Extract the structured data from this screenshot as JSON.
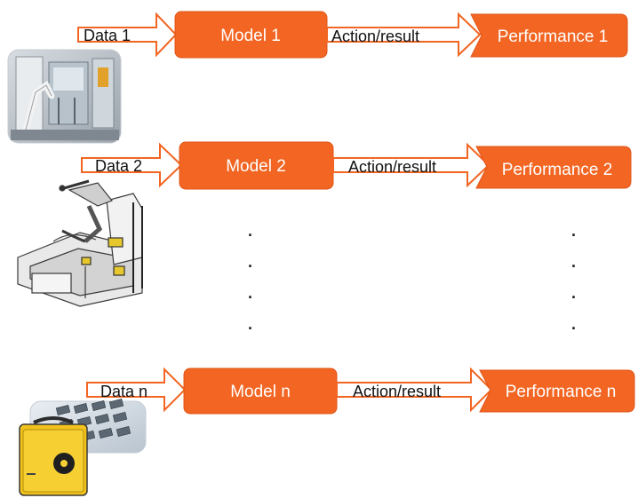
{
  "colors": {
    "box_fill": "#f26522",
    "box_stroke": "#e0561a",
    "arrow_stroke": "#f26522",
    "arrow_fill": "#ffffff"
  },
  "rows": [
    {
      "data_label": "Data 1",
      "model_label": "Model 1",
      "action_label": "Action/result",
      "performance_label": "Performance 1",
      "photo": "lab-robot-cell-photo"
    },
    {
      "data_label": "Data 2",
      "model_label": "Model 2",
      "action_label": "Action/result",
      "performance_label": "Performance 2",
      "photo": "robot-arm-machine-drawing"
    },
    {
      "data_label": "Data n",
      "model_label": "Model n",
      "action_label": "Action/result",
      "performance_label": "Performance n",
      "photo": "yellow-case-sample-tray-photo"
    }
  ],
  "ellipsis": "."
}
